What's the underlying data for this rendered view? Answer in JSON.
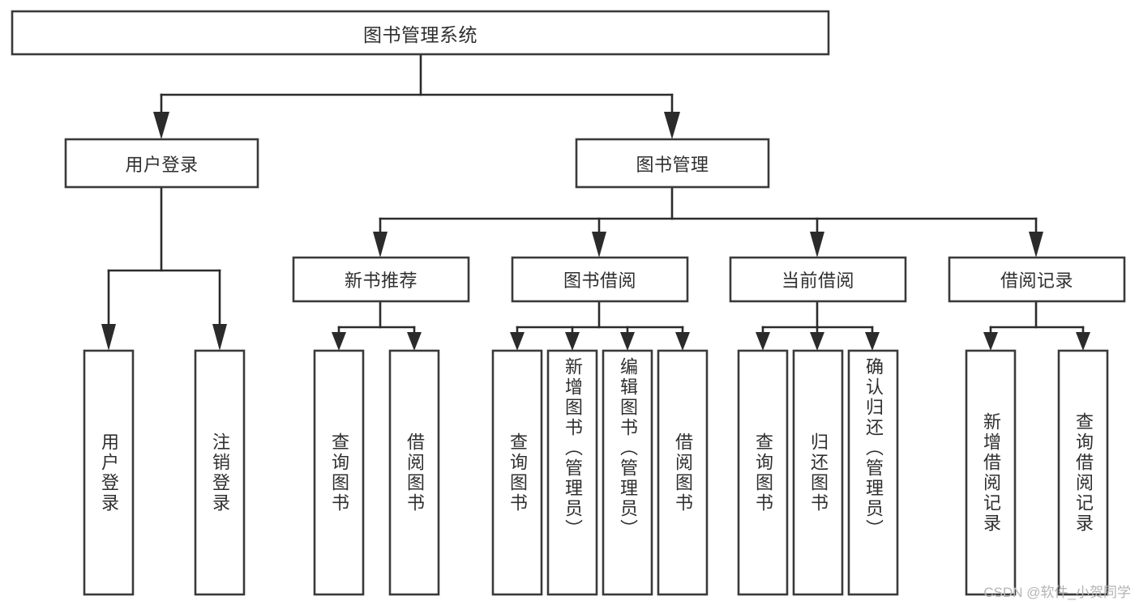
{
  "diagram": {
    "type": "tree-hierarchy-chart",
    "title": "图书管理系统",
    "watermark": "CSDN @软件_小贺同学",
    "colors": {
      "box_stroke": "#3a3a3a",
      "box_fill": "#ffffff",
      "connector": "#2b2b2b",
      "text": "#2f2f2f",
      "watermark": "#b4b4b4",
      "background": "#ffffff"
    },
    "nodes": {
      "root": {
        "label": "图书管理系统",
        "level": 0,
        "orientation": "horizontal"
      },
      "level1": [
        {
          "id": "user-login",
          "label": "用户登录",
          "orientation": "horizontal"
        },
        {
          "id": "book-management",
          "label": "图书管理",
          "orientation": "horizontal"
        }
      ],
      "level2": [
        {
          "id": "new-book-recommend",
          "label": "新书推荐",
          "orientation": "horizontal",
          "parent": "book-management"
        },
        {
          "id": "book-borrow",
          "label": "图书借阅",
          "orientation": "horizontal",
          "parent": "book-management"
        },
        {
          "id": "current-borrow",
          "label": "当前借阅",
          "orientation": "horizontal",
          "parent": "book-management"
        },
        {
          "id": "borrow-record",
          "label": "借阅记录",
          "orientation": "horizontal",
          "parent": "book-management"
        }
      ],
      "leaves": [
        {
          "id": "leaf-user-login",
          "label": "用户登录",
          "orientation": "vertical",
          "parent": "user-login"
        },
        {
          "id": "leaf-logout",
          "label": "注销登录",
          "orientation": "vertical",
          "parent": "user-login"
        },
        {
          "id": "leaf-query-book-1",
          "label": "查询图书",
          "orientation": "vertical",
          "parent": "new-book-recommend"
        },
        {
          "id": "leaf-borrow-book-1",
          "label": "借阅图书",
          "orientation": "vertical",
          "parent": "new-book-recommend"
        },
        {
          "id": "leaf-query-book-2",
          "label": "查询图书",
          "orientation": "vertical",
          "parent": "book-borrow"
        },
        {
          "id": "leaf-add-book",
          "label": "新增图书（管理员）",
          "orientation": "vertical",
          "parent": "book-borrow"
        },
        {
          "id": "leaf-edit-book",
          "label": "编辑图书（管理员）",
          "orientation": "vertical",
          "parent": "book-borrow"
        },
        {
          "id": "leaf-borrow-book-2",
          "label": "借阅图书",
          "orientation": "vertical",
          "parent": "book-borrow"
        },
        {
          "id": "leaf-query-book-3",
          "label": "查询图书",
          "orientation": "vertical",
          "parent": "current-borrow"
        },
        {
          "id": "leaf-return-book",
          "label": "归还图书",
          "orientation": "vertical",
          "parent": "current-borrow"
        },
        {
          "id": "leaf-confirm-return",
          "label": "确认归还（管理员）",
          "orientation": "vertical",
          "parent": "current-borrow"
        },
        {
          "id": "leaf-add-record",
          "label": "新增借阅记录",
          "orientation": "vertical",
          "parent": "borrow-record"
        },
        {
          "id": "leaf-query-record",
          "label": "查询借阅记录",
          "orientation": "vertical",
          "parent": "borrow-record"
        }
      ]
    }
  }
}
